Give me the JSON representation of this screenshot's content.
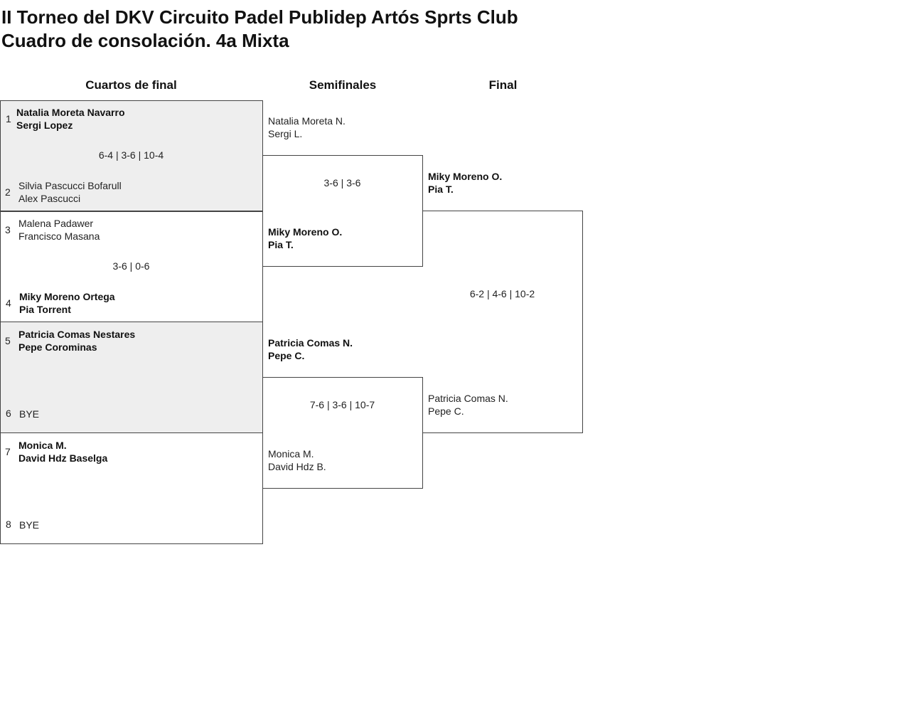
{
  "title": {
    "line1": "II Torneo del DKV Circuito Padel Publidep Artós Sprts Club",
    "line2": "Cuadro de consolación. 4a Mixta"
  },
  "rounds": {
    "qf": "Cuartos de final",
    "sf": "Semifinales",
    "final": "Final"
  },
  "quarterfinals": [
    {
      "seed_a": "1",
      "team_a": [
        "Natalia Moreta Navarro",
        "Sergi Lopez"
      ],
      "seed_b": "2",
      "team_b": [
        "Silvia Pascucci Bofarull",
        "Alex Pascucci"
      ],
      "score": "6-4 | 3-6 | 10-4",
      "winner": "a"
    },
    {
      "seed_a": "3",
      "team_a": [
        "Malena Padawer",
        "Francisco Masana"
      ],
      "seed_b": "4",
      "team_b": [
        "Miky Moreno Ortega",
        "Pia Torrent"
      ],
      "score": "3-6 | 0-6",
      "winner": "b"
    },
    {
      "seed_a": "5",
      "team_a": [
        "Patricia Comas Nestares",
        "Pepe Corominas"
      ],
      "seed_b": "6",
      "team_b": [
        "BYE"
      ],
      "score": "",
      "winner": "a"
    },
    {
      "seed_a": "7",
      "team_a": [
        "Monica M.",
        "David Hdz Baselga"
      ],
      "seed_b": "8",
      "team_b": [
        "BYE"
      ],
      "score": "",
      "winner": "a"
    }
  ],
  "semifinals": [
    {
      "team_a": [
        "Natalia Moreta N.",
        "Sergi L."
      ],
      "team_b": [
        "Miky Moreno O.",
        "Pia T."
      ],
      "score": "3-6 | 3-6",
      "winner": "b"
    },
    {
      "team_a": [
        "Patricia Comas N.",
        "Pepe C."
      ],
      "team_b": [
        "Monica M.",
        "David Hdz B."
      ],
      "score": "7-6 | 3-6 | 10-7",
      "winner": "a"
    }
  ],
  "final": {
    "team_a": [
      "Miky Moreno O.",
      "Pia T."
    ],
    "team_b": [
      "Patricia Comas N.",
      "Pepe C."
    ],
    "score": "6-2 | 4-6 | 10-2",
    "winner": "a"
  }
}
